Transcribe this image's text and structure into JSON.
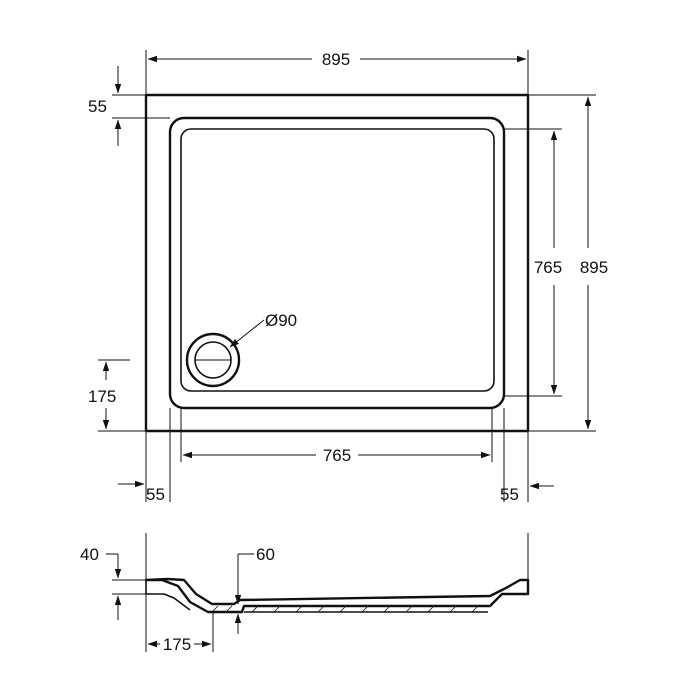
{
  "colors": {
    "ink": "#111111",
    "paper": "#ffffff"
  },
  "dims": {
    "overall_width": "895",
    "overall_depth": "895",
    "rim_top": "55",
    "inner_depth": "765",
    "waste_diameter": "Ø90",
    "waste_offset_y": "175",
    "inner_width": "765",
    "rim_left": "55",
    "rim_right": "55",
    "rim_height": "40",
    "base_height": "60",
    "waste_offset_x": "175"
  }
}
